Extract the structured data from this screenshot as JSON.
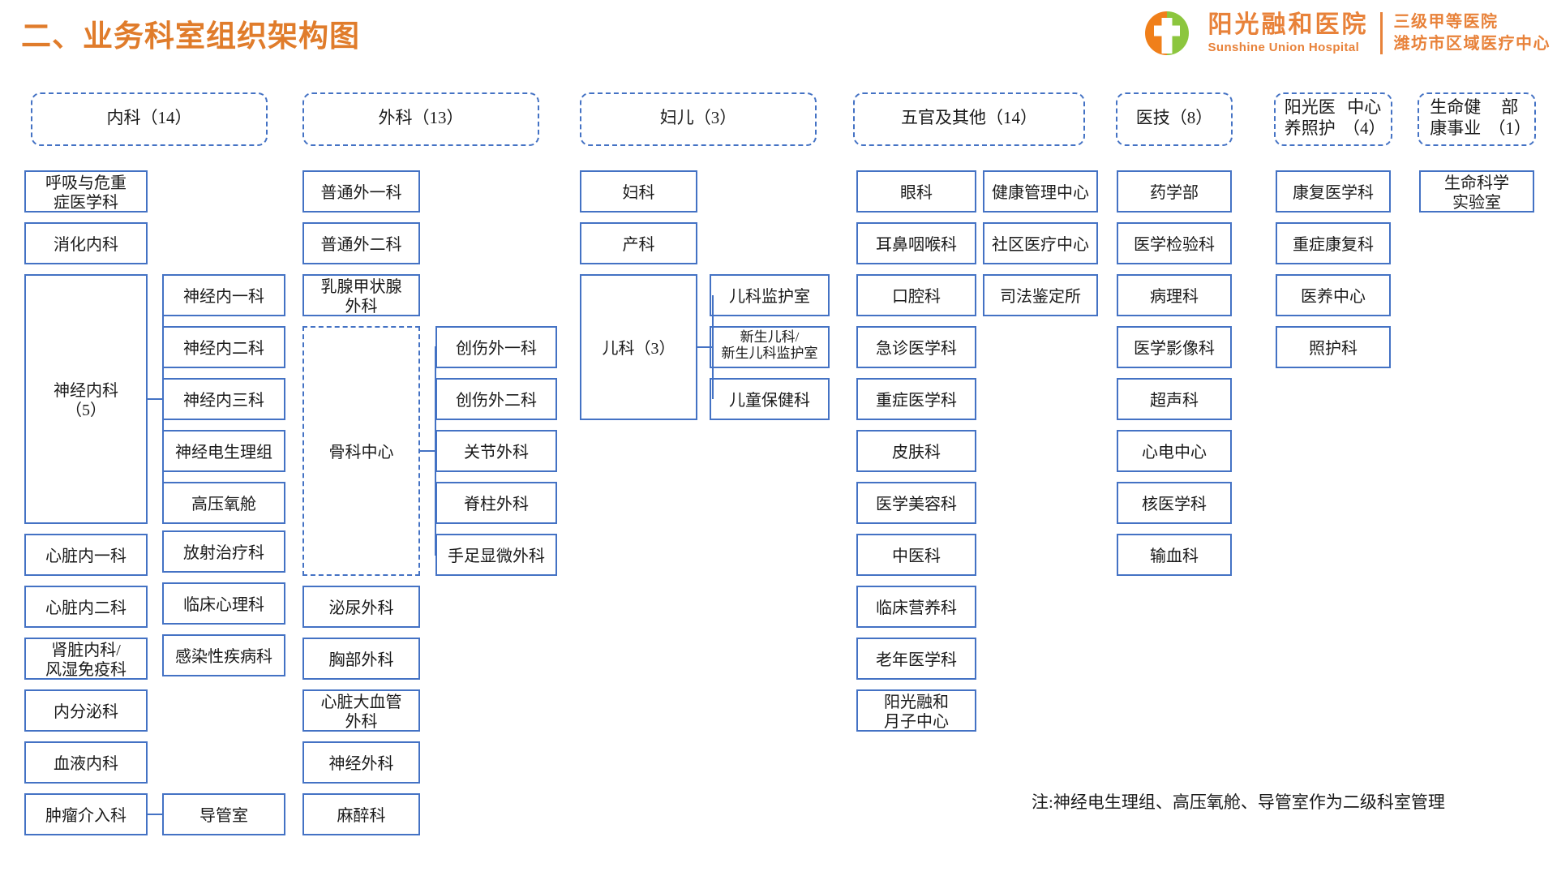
{
  "header": {
    "title": "二、业务科室组织架构图",
    "logo": {
      "icon": "hospital-cross-logo",
      "colors": {
        "orange": "#F07F1A",
        "green": "#8CC63E",
        "text": "#E8823A"
      }
    },
    "brand_cn": "阳光融和医院",
    "brand_en": "Sunshine Union Hospital",
    "tagline_line1": "三级甲等医院",
    "tagline_line2": "潍坊市区域医疗中心"
  },
  "theme": {
    "box_border": "#4472C4",
    "title_color": "#E07C2B",
    "brand_color": "#E8823A"
  },
  "note": "注:神经电生理组、高压氧舱、导管室作为二级科室管理",
  "columns": [
    {
      "id": "internal-medicine",
      "group_label": "内科（14）",
      "items": [
        {
          "label": "呼吸与危重\n症医学科"
        },
        {
          "label": "消化内科"
        },
        {
          "label": "神经内科\n（5）",
          "children": [
            {
              "label": "神经内一科"
            },
            {
              "label": "神经内二科"
            },
            {
              "label": "神经内三科"
            },
            {
              "label": "神经电生理组"
            },
            {
              "label": "高压氧舱"
            }
          ]
        },
        {
          "label": "心脏内一科"
        },
        {
          "label": "心脏内二科"
        },
        {
          "label": "肾脏内科/\n风湿免疫科"
        },
        {
          "label": "内分泌科"
        },
        {
          "label": "血液内科"
        },
        {
          "label": "肿瘤介入科",
          "children": [
            {
              "label": "导管室"
            }
          ]
        }
      ],
      "side_items": [
        {
          "label": "放射治疗科"
        },
        {
          "label": "临床心理科"
        },
        {
          "label": "感染性疾病科"
        }
      ]
    },
    {
      "id": "surgery",
      "group_label": "外科（13）",
      "items": [
        {
          "label": "普通外一科"
        },
        {
          "label": "普通外二科"
        },
        {
          "label": "乳腺甲状腺\n外科"
        },
        {
          "label": "骨科中心",
          "dashed": true,
          "children": [
            {
              "label": "创伤外一科"
            },
            {
              "label": "创伤外二科"
            },
            {
              "label": "关节外科"
            },
            {
              "label": "脊柱外科"
            },
            {
              "label": "手足显微外科"
            }
          ]
        },
        {
          "label": "泌尿外科"
        },
        {
          "label": "胸部外科"
        },
        {
          "label": "心脏大血管\n外科"
        },
        {
          "label": "神经外科"
        },
        {
          "label": "麻醉科"
        }
      ]
    },
    {
      "id": "obgyn-pediatrics",
      "group_label": "妇儿（3）",
      "items": [
        {
          "label": "妇科"
        },
        {
          "label": "产科"
        },
        {
          "label": "儿科（3）",
          "children": [
            {
              "label": "儿科监护室"
            },
            {
              "label": "新生儿科/\n新生儿科监护室"
            },
            {
              "label": "儿童保健科"
            }
          ]
        }
      ]
    },
    {
      "id": "ent-and-others",
      "group_label": "五官及其他（14）",
      "items": [
        {
          "label": "眼科"
        },
        {
          "label": "耳鼻咽喉科"
        },
        {
          "label": "口腔科"
        },
        {
          "label": "急诊医学科"
        },
        {
          "label": "重症医学科"
        },
        {
          "label": "皮肤科"
        },
        {
          "label": "医学美容科"
        },
        {
          "label": "中医科"
        },
        {
          "label": "临床营养科"
        },
        {
          "label": "老年医学科"
        },
        {
          "label": "阳光融和\n月子中心"
        }
      ],
      "side_items": [
        {
          "label": "健康管理中心"
        },
        {
          "label": "社区医疗中心"
        },
        {
          "label": "司法鉴定所"
        }
      ]
    },
    {
      "id": "medical-technology",
      "group_label": "医技（8）",
      "items": [
        {
          "label": "药学部"
        },
        {
          "label": "医学检验科"
        },
        {
          "label": "病理科"
        },
        {
          "label": "医学影像科"
        },
        {
          "label": "超声科"
        },
        {
          "label": "心电中心"
        },
        {
          "label": "核医学科"
        },
        {
          "label": "输血科"
        }
      ]
    },
    {
      "id": "elderly-care-center",
      "group_label": "阳光医养照护\n中心（4）",
      "items": [
        {
          "label": "康复医学科"
        },
        {
          "label": "重症康复科"
        },
        {
          "label": "医养中心"
        },
        {
          "label": "照护科"
        }
      ]
    },
    {
      "id": "life-health-division",
      "group_label": "生命健康事业\n部（1）",
      "items": [
        {
          "label": "生命科学\n实验室"
        }
      ]
    }
  ]
}
